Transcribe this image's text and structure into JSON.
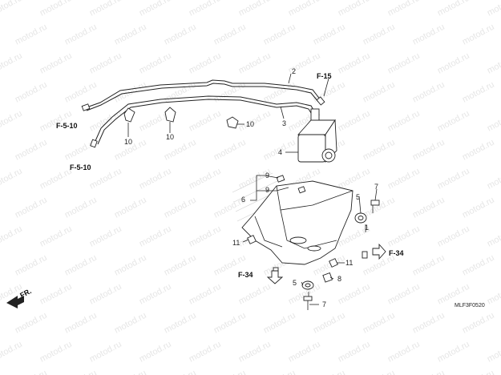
{
  "watermark": "motod.ru",
  "drawing_code": "MLF3F0520",
  "front_label": "FR.",
  "refs": {
    "f510_top": "F-5-10",
    "f510_bottom": "F-5-10",
    "f15": "F-15",
    "f34_right": "F-34",
    "f34_left": "F-34"
  },
  "parts": {
    "p2": "2",
    "p3": "3",
    "p4": "4",
    "p5a": "5",
    "p5b": "5",
    "p6": "6",
    "p7a": "7",
    "p7b": "7",
    "p8": "8",
    "p9a": "9",
    "p9b": "9",
    "p10a": "10",
    "p10b": "10",
    "p10c": "10",
    "p11a": "11",
    "p11b": "11",
    "p1": "1"
  }
}
